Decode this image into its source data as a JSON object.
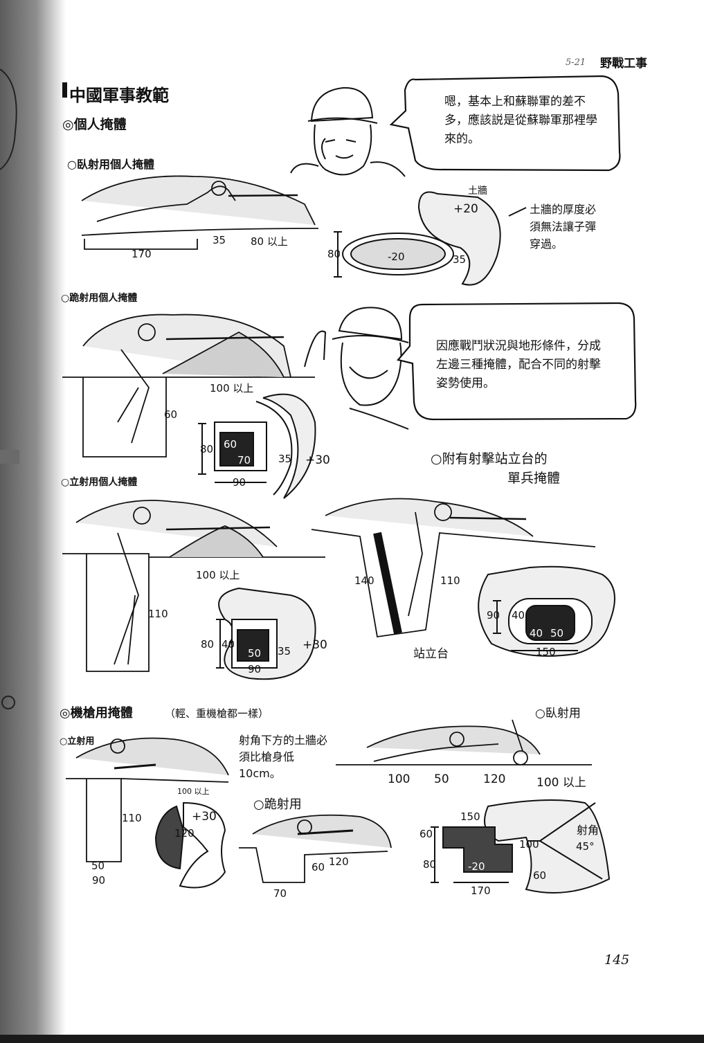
{
  "header": {
    "page_code": "5-21",
    "section_title": "野戰工事",
    "page_number": "145"
  },
  "main_title": "中國軍事教範",
  "sections": {
    "individual": "◎個人掩體",
    "prone": "○臥射用個人掩體",
    "kneeling": "○跪射用個人掩體",
    "standing": "○立射用個人掩體",
    "platform": "○附有射擊站立台的",
    "platform_line2": "單兵掩體",
    "machine_gun": "◎機槍用掩體",
    "machine_gun_note": "（輕、重機槍都一樣）",
    "mg_prone": "○臥射用",
    "mg_standing": "○立射用",
    "mg_kneeling": "○跪射用"
  },
  "bubbles": {
    "top": "嗯，基本上和蘇聯軍的差不多，應該説是從蘇聯軍那裡學來的。",
    "middle": "因應戰鬥狀況與地形條件，分成左邊三種掩體，配合不同的射擊姿勢使用。"
  },
  "notes": {
    "parapet_label": "土牆",
    "parapet_note": "土牆的厚度必須無法讓子彈穿過。",
    "firing_angle_note": "射角下方的土牆必須比槍身低 10cm。",
    "platform_label": "站立台",
    "firing_angle_label": "射角"
  },
  "dims": {
    "prone": [
      "170",
      "35",
      "80 以上",
      "80",
      "-20",
      "35",
      "+20"
    ],
    "kneeling": [
      "100 以上",
      "60",
      "80",
      "60",
      "70",
      "35",
      "+30",
      "90"
    ],
    "standing": [
      "100 以上",
      "110",
      "80",
      "40",
      "50",
      "35",
      "+30",
      "90"
    ],
    "platform": [
      "140",
      "110",
      "90",
      "40",
      "40",
      "50",
      "150"
    ],
    "mg_prone": [
      "100",
      "50",
      "120",
      "100 以上"
    ],
    "mg_standing": [
      "100 以上",
      "110",
      "50",
      "90",
      "+30",
      "120"
    ],
    "mg_kneeling": [
      "60",
      "120",
      "70"
    ],
    "mg_plan": [
      "150",
      "60",
      "80",
      "100",
      "-20",
      "60",
      "170",
      "45°"
    ]
  }
}
